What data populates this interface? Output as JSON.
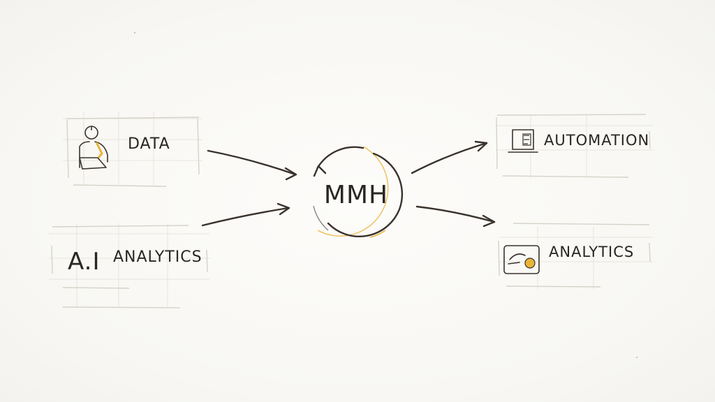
{
  "center": {
    "label": "MMH"
  },
  "inputs": [
    {
      "label": "DATA",
      "icon": "person-icon"
    },
    {
      "prefix": "A.I",
      "label": "ANALYTICS"
    }
  ],
  "outputs": [
    {
      "label": "AUTOMATION",
      "icon": "laptop-icon"
    },
    {
      "label": "ANALYTICS",
      "icon": "chart-box-icon"
    }
  ],
  "colors": {
    "ink": "#2a2622",
    "accent": "#e8b43a",
    "paper": "#fbfaf7"
  }
}
